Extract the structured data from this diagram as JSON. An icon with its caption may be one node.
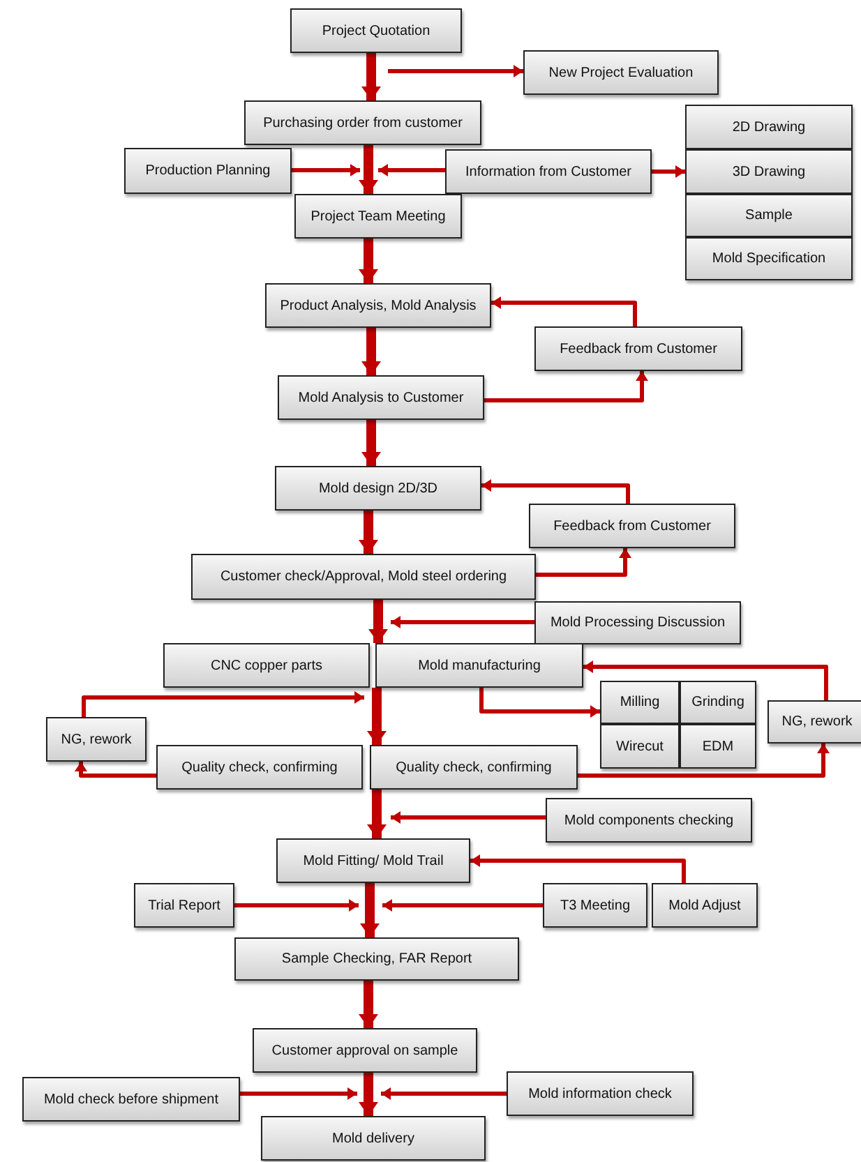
{
  "diagram": {
    "nodes": [
      {
        "text": [
          "Project Quotation"
        ]
      },
      {
        "text": [
          "New Project Evaluation"
        ]
      },
      {
        "text": [
          "Purchasing order from customer"
        ]
      },
      {
        "text": [
          "Production Planning"
        ]
      },
      {
        "text": [
          "Information from Customer"
        ]
      },
      {
        "text": [
          "2D Drawing"
        ]
      },
      {
        "text": [
          "3D Drawing"
        ]
      },
      {
        "text": [
          "Sample"
        ]
      },
      {
        "text": [
          "Mold Specification"
        ]
      },
      {
        "text": [
          "Project Team Meeting"
        ]
      },
      {
        "text": [
          "Product Analysis, Mold Analysis"
        ]
      },
      {
        "text": [
          "Feedback from Customer"
        ]
      },
      {
        "text": [
          "Mold Analysis to Customer"
        ]
      },
      {
        "text": [
          "Mold design 2D/3D"
        ]
      },
      {
        "text": [
          "Feedback from Customer"
        ]
      },
      {
        "text": [
          "Customer check/Approval, Mold steel ordering"
        ]
      },
      {
        "text": [
          "Mold Processing Discussion"
        ]
      },
      {
        "text": [
          "CNC copper parts"
        ]
      },
      {
        "text": [
          "Mold manufacturing"
        ]
      },
      {
        "text": [
          "Milling"
        ]
      },
      {
        "text": [
          "Grinding"
        ]
      },
      {
        "text": [
          "Wirecut"
        ]
      },
      {
        "text": [
          "EDM"
        ]
      },
      {
        "text": [
          "NG, rework"
        ]
      },
      {
        "text": [
          "Quality check, confirming"
        ]
      },
      {
        "text": [
          "Quality check, confirming"
        ]
      },
      {
        "text": [
          "NG, rework"
        ]
      },
      {
        "text": [
          "Mold components checking"
        ]
      },
      {
        "text": [
          "Mold Fitting/ Mold Trail"
        ]
      },
      {
        "text": [
          "Trial Report"
        ]
      },
      {
        "text": [
          "T3 Meeting"
        ]
      },
      {
        "text": [
          "Mold Adjust"
        ]
      },
      {
        "text": [
          "Sample Checking, FAR Report"
        ]
      },
      {
        "text": [
          "Customer approval on sample"
        ]
      },
      {
        "text": [
          "Mold check before shipment"
        ]
      },
      {
        "text": [
          "Mold information check"
        ]
      },
      {
        "text": [
          "Mold delivery"
        ]
      }
    ],
    "edges": [
      {
        "from": 0,
        "to": 2,
        "arrow": "to",
        "style": "thick"
      },
      {
        "from": null,
        "to": 1,
        "arrow": "to"
      },
      {
        "from": 2,
        "to": 9,
        "arrow": "to",
        "style": "thick"
      },
      {
        "from": 3,
        "to": 9,
        "arrow": "to"
      },
      {
        "from": 4,
        "to": 9,
        "arrow": "to"
      },
      {
        "from": 4,
        "to": 6,
        "arrow": "to"
      },
      {
        "from": 9,
        "to": 10,
        "arrow": "to",
        "style": "thick"
      },
      {
        "from": 11,
        "to": 10,
        "arrow": "to"
      },
      {
        "from": 10,
        "to": 12,
        "arrow": "to",
        "style": "thick"
      },
      {
        "from": 12,
        "to": 11,
        "arrow": "to"
      },
      {
        "from": 12,
        "to": 13,
        "arrow": "to",
        "style": "thick"
      },
      {
        "from": 14,
        "to": 13,
        "arrow": "to"
      },
      {
        "from": 13,
        "to": 15,
        "arrow": "to",
        "style": "thick"
      },
      {
        "from": 15,
        "to": 14,
        "arrow": "to"
      },
      {
        "from": 15,
        "to": 18,
        "arrow": "to",
        "style": "thick"
      },
      {
        "from": 16,
        "to": 17,
        "arrow": "to"
      },
      {
        "from": 23,
        "to": 17,
        "arrow": "to"
      },
      {
        "from": 18,
        "to": 25,
        "arrow": "to",
        "style": "thick"
      },
      {
        "from": 18,
        "to": 19,
        "arrow": "to"
      },
      {
        "from": 26,
        "to": 18,
        "arrow": "to"
      },
      {
        "from": 24,
        "to": 23,
        "arrow": "to"
      },
      {
        "from": 25,
        "to": 26,
        "arrow": "to"
      },
      {
        "from": 25,
        "to": 28,
        "arrow": "to",
        "style": "thick"
      },
      {
        "from": 27,
        "to": 28,
        "arrow": "to"
      },
      {
        "from": 31,
        "to": 28,
        "arrow": "to"
      },
      {
        "from": 28,
        "to": 32,
        "arrow": "to",
        "style": "thick"
      },
      {
        "from": 29,
        "to": 28,
        "arrow": "to"
      },
      {
        "from": 30,
        "to": 28,
        "arrow": "to"
      },
      {
        "from": 32,
        "to": 33,
        "arrow": "to",
        "style": "thick"
      },
      {
        "from": 33,
        "to": 36,
        "arrow": "to",
        "style": "thick"
      },
      {
        "from": 34,
        "to": 33,
        "arrow": "to"
      },
      {
        "from": 35,
        "to": 33,
        "arrow": "to"
      }
    ]
  }
}
